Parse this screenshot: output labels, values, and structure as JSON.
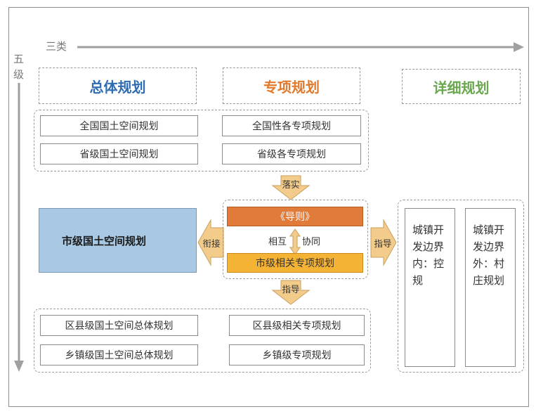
{
  "axis": {
    "horizontal_label": "三类",
    "vertical_label_1": "五",
    "vertical_label_2": "级"
  },
  "categories": {
    "overall": {
      "label": "总体规划",
      "color": "#2e6db4"
    },
    "special": {
      "label": "专项规划",
      "color": "#e07b2e"
    },
    "detailed": {
      "label": "详细规划",
      "color": "#6aa84f"
    }
  },
  "national": {
    "overall": "全国国土空间规划",
    "special": "全国性各专项规划"
  },
  "provincial": {
    "overall": "省级国土空间规划",
    "special": "省级各专项规划"
  },
  "municipal": {
    "overall": "市级国土空间规划",
    "guideline": "《导则》",
    "special": "市级相关专项规划",
    "mutual_1": "相互",
    "mutual_2": "协同"
  },
  "arrows": {
    "implement": "落实",
    "connect": "衔接",
    "guide_right": "指导",
    "guide_down": "指导"
  },
  "detailed_boxes": {
    "inside": "城镇开发边界内：控规",
    "outside": "城镇开发边界外：村庄规划"
  },
  "county": {
    "overall": "区县级国土空间总体规划",
    "special": "区县级相关专项规划"
  },
  "township": {
    "overall": "乡镇级国土空间总体规划",
    "special": "乡镇级专项规划"
  },
  "colors": {
    "municipal_fill": "#a9c8e4",
    "guideline_fill": "#e07b3a",
    "municipal_special_fill": "#f5b335",
    "arrow_fill": "#f3cc8c",
    "axis_gray": "#a0a0a0"
  }
}
